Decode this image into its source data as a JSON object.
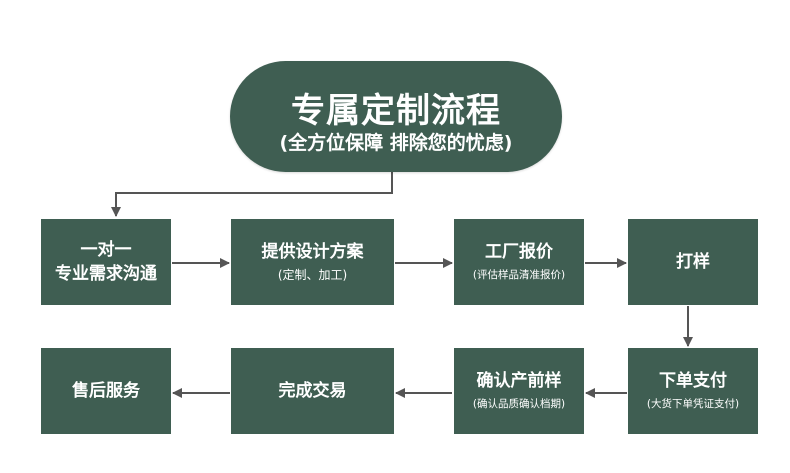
{
  "header": {
    "title": "专属定制流程",
    "subtitle": "(全方位保障 排除您的忧虑)"
  },
  "row1": [
    {
      "line1": "一对一",
      "line2": "专业需求沟通"
    },
    {
      "line1": "提供设计方案",
      "sub": "(定制、加工)"
    },
    {
      "line1": "工厂报价",
      "sub": "(评估样品清准报价)"
    },
    {
      "line1": "打样"
    }
  ],
  "row2": [
    {
      "line1": "下单支付",
      "sub": "(大货下单凭证支付)"
    },
    {
      "line1": "确认产前样",
      "sub": "(确认品质确认档期)"
    },
    {
      "line1": "完成交易"
    },
    {
      "line1": "售后服务"
    }
  ],
  "colors": {
    "node_fill": "#3f5e52",
    "arrow": "#555555",
    "text": "#ffffff"
  }
}
